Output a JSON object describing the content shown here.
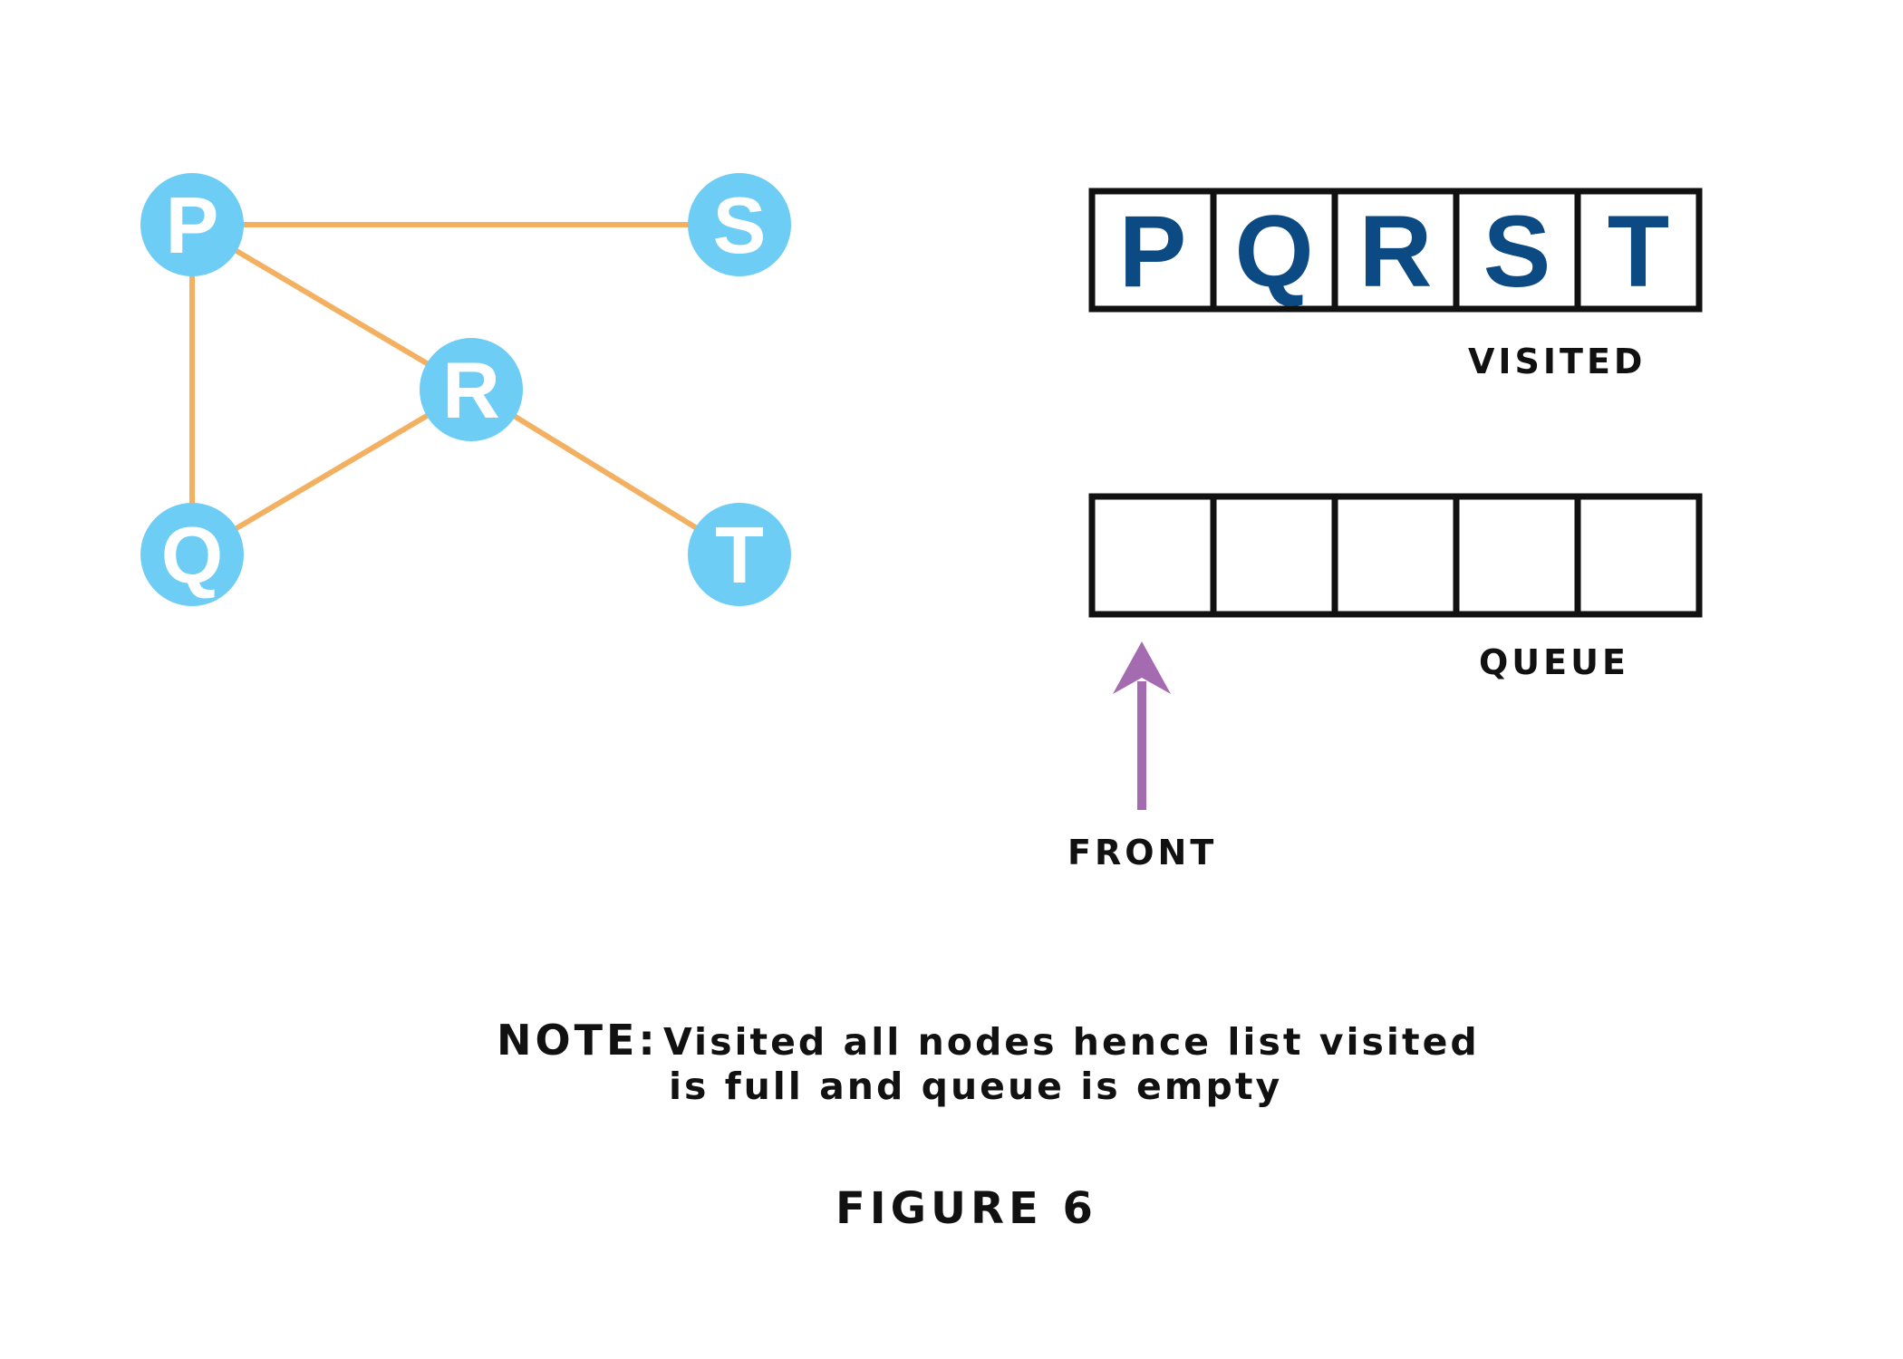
{
  "graph": {
    "nodes": [
      {
        "id": "P",
        "label": "P"
      },
      {
        "id": "S",
        "label": "S"
      },
      {
        "id": "R",
        "label": "R"
      },
      {
        "id": "Q",
        "label": "Q"
      },
      {
        "id": "T",
        "label": "T"
      }
    ],
    "edges": [
      [
        "P",
        "S"
      ],
      [
        "P",
        "R"
      ],
      [
        "P",
        "Q"
      ],
      [
        "R",
        "Q"
      ],
      [
        "R",
        "T"
      ]
    ],
    "colors": {
      "node": "#6ecdf5",
      "edge": "#f3b061"
    }
  },
  "visited": {
    "cells": [
      "P",
      "Q",
      "R",
      "S",
      "T"
    ],
    "caption": "VISITED",
    "text_color": "#0b4a83"
  },
  "queue": {
    "cells": [
      "",
      "",
      "",
      "",
      ""
    ],
    "caption": "QUEUE"
  },
  "front_pointer": {
    "label": "FRONT",
    "color": "#a56bb1"
  },
  "note": {
    "heading": "NOTE:",
    "line1": "Visited all nodes hence list visited",
    "line2": "is full and queue is empty"
  },
  "figure_label": "FIGURE 6"
}
